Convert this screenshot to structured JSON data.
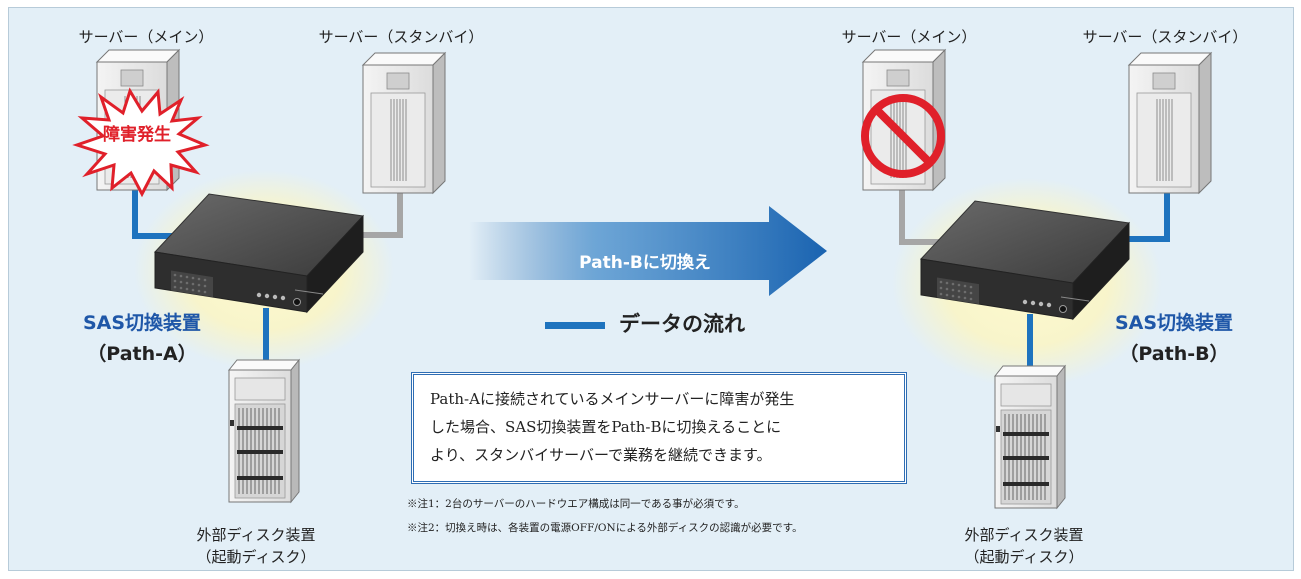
{
  "left": {
    "server_main_label": "サーバー（メイン）",
    "server_standby_label": "サーバー（スタンバイ）",
    "failure_badge": "障害発生",
    "sas_name": "SAS切換装置",
    "sas_path": "（Path-A）",
    "disk_label_1": "外部ディスク装置",
    "disk_label_2": "（起動ディスク）"
  },
  "right": {
    "server_main_label": "サーバー（メイン）",
    "server_standby_label": "サーバー（スタンバイ）",
    "sas_name": "SAS切換装置",
    "sas_path": "（Path-B）",
    "disk_label_1": "外部ディスク装置",
    "disk_label_2": "（起動ディスク）"
  },
  "arrow_label": "Path-Bに切換え",
  "legend_label": "データの流れ",
  "description": [
    "Path-Aに接続されているメインサーバーに障害が発生",
    "した場合、SAS切換装置をPath-Bに切換えることに",
    "より、スタンバイサーバーで業務を継続できます。"
  ],
  "notes": [
    "※注1：2台のサーバーのハードウエア構成は同一である事が必須です。",
    "※注2：切換え時は、各装置の電源OFF/ONによる外部ディスクの認識が必要です。"
  ],
  "colors": {
    "background": "#e3eff7",
    "data_line": "#1e73be",
    "inactive_line": "#a6a6a6",
    "accent_text": "#1f57a8",
    "failure": "#e0202a"
  }
}
